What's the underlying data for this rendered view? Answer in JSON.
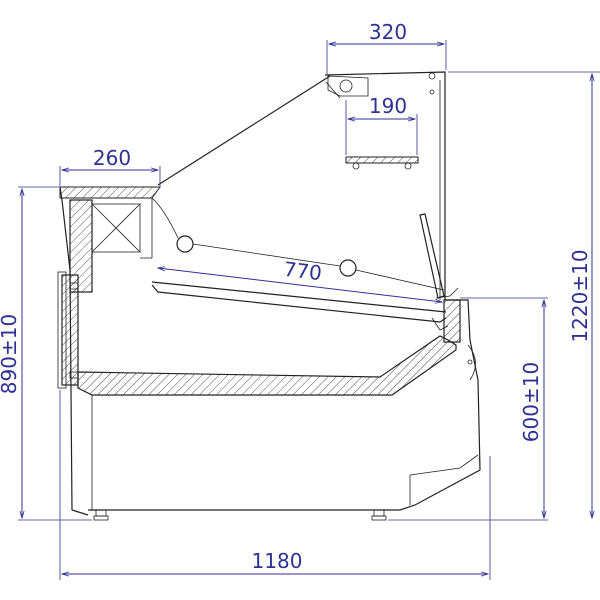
{
  "dimensions": {
    "top_width": "320",
    "light_width": "190",
    "shelf_depth": "260",
    "display_depth": "770",
    "total_height": "890±10",
    "counter_height": "600±10",
    "total_height_glass": "1220±10",
    "total_width": "1180"
  },
  "colors": {
    "dimension": "#2e3192",
    "outline": "#222222"
  }
}
